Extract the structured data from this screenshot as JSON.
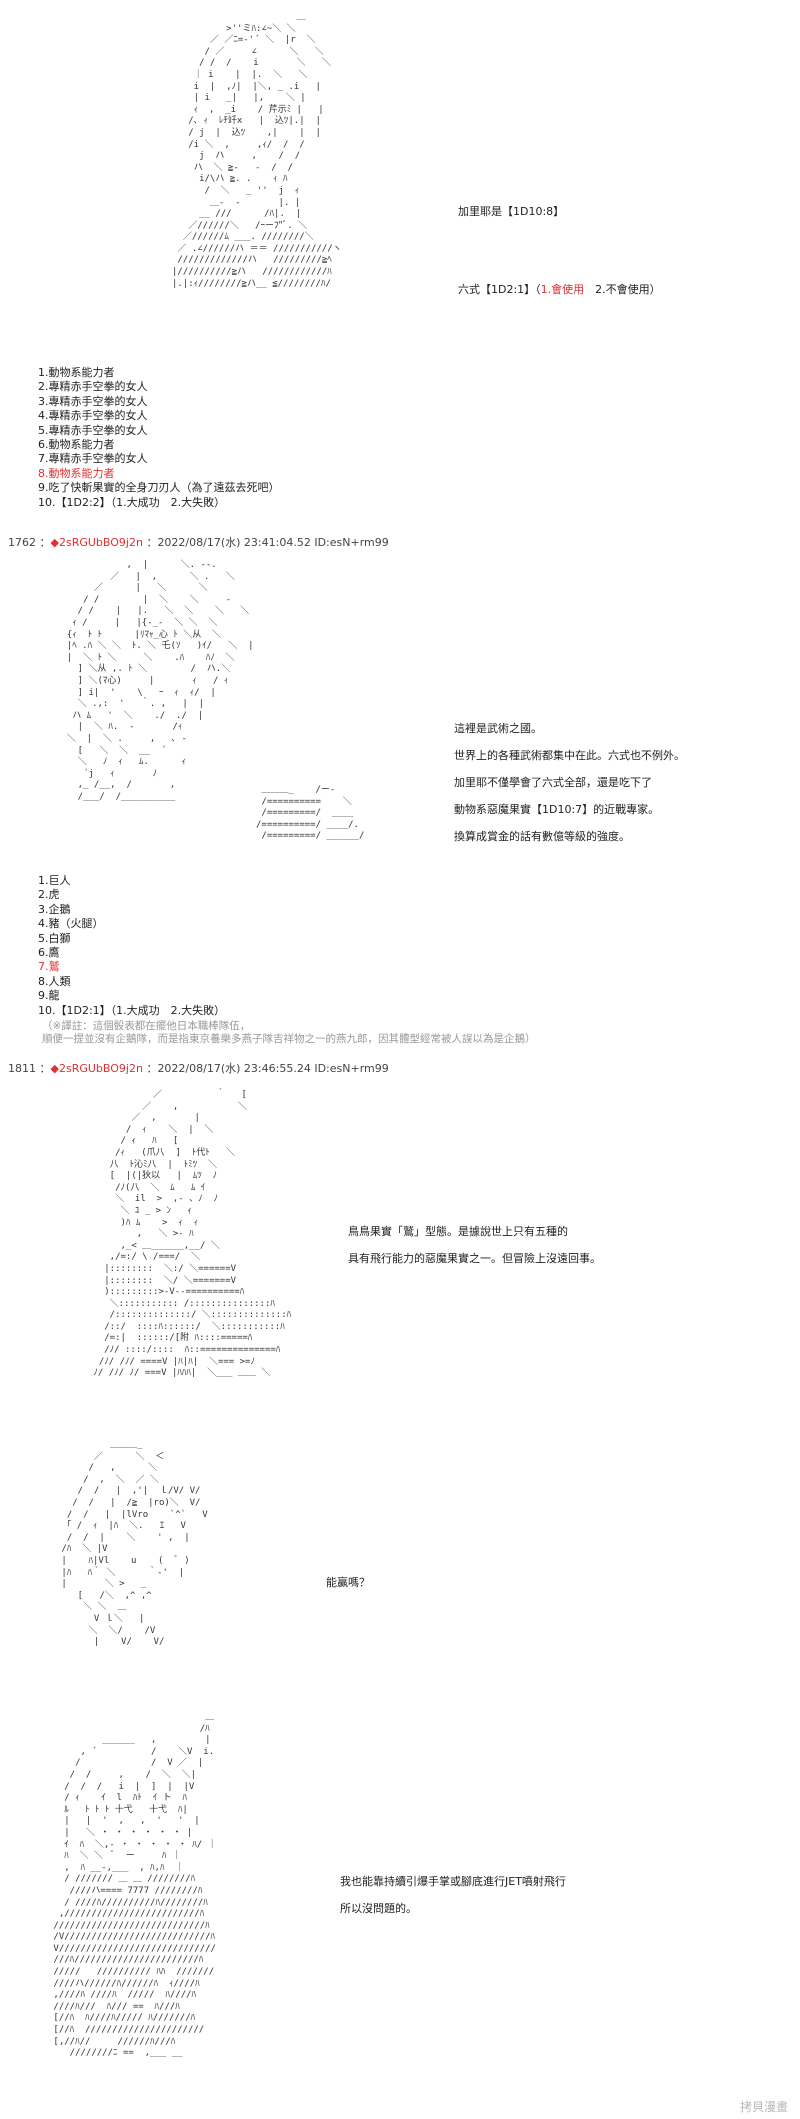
{
  "section1": {
    "art": "                       ＿\n          >''ミﾊ:∠~＼ ＼\n       ／ ／ﾆ=-'´ ＼  |r  ＼\n      / ／     ∠      ＼   ＼\n     / /  /    i       ＼   ＼\n    ｜ i    |  |.  ＼   ＼  \n    i  |  ,ﾉ|  |＼, _ .i   |\n    | i   _|   |,    ＼ |  \n    ｨ  ,  _i    / 芹示ﾐ |   |\n   /､ ｨ  ﾚﾁ竏x   |  込ﾂ|.|  |\n   / j  |  込ﾂ    ,|    |  |\n   /i ＼  ,     ,ｨ/  /  /\n     j  ハ     ,    /  /\n    ハ  ＼ ≧-   -  /  /\n     i/\\ハ ≧. .    ｨ ﾊ\n      /  ＼   _ ''  j  ｨ\n       ＿-  -       |. |\n     __ ///      /ﾊ|.  |\n   ／//////＼   /ｰーﾌ\"ﾞ. ＼\n  ／//////ﾑ ___. ////////＼\n ／ .∠//////ハ ＝＝ ///////////ヽ\n /////////////ハ   /////////≧ﾍ\n|//////////≧ハ   ////////////ﾊ\n|.|:ｨ////////≧ハ__ ≦////////ﾊ/",
    "lines": [
      "加里耶是【1D10:8】"
    ],
    "rokushiki_prefix": "六式【1D2:1】（",
    "rokushiki_opt1": "1.會使用",
    "rokushiki_opt2": "　2.不會使用）",
    "list": [
      "1.動物系能力者",
      "2.專精赤手空拳的女人",
      "3.專精赤手空拳的女人",
      "4.專精赤手空拳的女人",
      "5.專精赤手空拳的女人",
      "6.動物系能力者",
      "7.專精赤手空拳的女人",
      "8.動物系能力者",
      "9.吃了快斬果實的全身刀刃人（為了遠茲去死吧）",
      "10.【1D2:2】（1.大成功　2.大失敗）"
    ],
    "selected_index": 7
  },
  "post1762": {
    "number": "1762",
    "name": "2sRGUbBO9j2n",
    "datetime": "2022/08/17(水) 23:41:04.52",
    "id": "ID:esN+rm99",
    "art": "             ,  |      ＼. ‐‐.\n          ／   |  ,      ＼ .   ＼\n       ／      |   ＼      ＼\n     / /        |  ＼    ＼     -\n    / /    |   |.   ＼  ＼    ＼   ＼\n   ｨ /     |   |{-_-  ＼ ＼  ＼\n  {ｨ  ﾄ ﾄ      |ﾘﾏｬ_心 ﾄ ＼从  ＼\n  |ﾍ .ﾊ ＼ ＼  ﾄ. ＼ 乇(ｿ   )ｲ/   ＼  |\n  |  ＼ ﾄ ＼     ＼    .ﾊ    ﾊﾉ  ＼\n    ] ＼从 ,. ﾄ ＼        /  ハ.＼\n    ] ＼(ﾏ心)     |       ｨ   / ｨ\n    ] i|  '    \\   ｰ  ｨ  ｨ/  |  \n    ＼ .,:  '   ｀. ,   |  |    \n   ハ ﾑ   '  ＼    ./  ./  |\n    |  ＼ ﾊ.  -       /ｨ \n  ＼  |  ＼ .     ,   ､ -\n    [   ＼  ＼  __  ´        \n    ＼   ﾉ  ｨ   ﾑ.      ｨ  \n     ´j   ｨ       ﾉ\n    ,_ /__,  /       ,\n    /___/  /__________",
    "art2": " ＿＿＿_    /ー-\n /==========    ＼\n /=========/  ____\n/==========/ ____/.\n /=========/ ______/",
    "lines": [
      "這裡是武術之國。",
      "世界上的各種武術都集中在此。六式也不例外。",
      "加里耶不僅學會了六式全部，還是吃下了",
      "動物系惡魔果實【1D10:7】的近戰專家。",
      "換算成賞金的話有數億等級的強度。"
    ],
    "list": [
      "1.巨人",
      "2.虎",
      "3.企鵝",
      "4.豬（火腿）",
      "5.白獅",
      "6.鷹",
      "7.鷲",
      "8.人類",
      "9.龍",
      "10.【1D2:1】（1.大成功　2.大失敗）"
    ],
    "selected_index": 6,
    "notes": [
      "（※譯註：這個骰表都在擺他日本職棒隊伍，",
      "順便一提並沒有企鵝隊，而是指東京養樂多燕子隊吉祥物之一的燕九郎，因其體型經常被人誤以為是企鵝）"
    ]
  },
  "post1811": {
    "number": "1811",
    "name": "2sRGUbBO9j2n",
    "datetime": "2022/08/17(水) 23:46:55.24",
    "id": "ID:esN+rm99",
    "art1": "            ／          ｀   [\n          ／    ,           ＼\n        ／  ,       |\n       /  ｨ    ＼  |  ＼\n      / ｨ   ﾊ   [\n     /ｨ   (爪八  ]  ﾄ代ﾄ   ＼\n    八  ﾄ沁ﾐ八  |  ﾄﾐﾂ  ＼\n    [  |(|狄以   |  ﾑﾂ  ﾉ\n     /ﾉ(八  ＼  ﾑ   ﾑ ｲ\n     ＼  il  >  ,- 、ﾉ  ﾉ\n      ＼ ﾕ _ > ﾝ   ｨ\n      )ﾊ ﾑ    >  ｨ  ｨ\n         ,   ＼ >- ﾊ\n      ,_< ＿______,__/ ＼\n    ,/=:/ \\ /===/  ＼\n   |::::::::  ＼:/ ＼======V\n   |::::::::  ＼/ ＼=======V\n   ):::::::::>-V--==========ﾊ\n    ＼::::::::::: /:::::::::::::::ﾊ\n    /::::::::::::::/ ＼::::::::::::::ﾊ\n   /::/  ::::ﾊ::::::/  ＼:::::::::::ﾊ\n   /=:|  ::::::/[附 ﾊ::::=====ﾊ\n   /ﾉ/ ::::/::::  ﾊ::==============ﾊ\n  /ﾉ/ /ﾉ/ ====V |ﾊ|ﾊ|  ＼=== >=ﾉ\n ﾉ/ /ﾉ/ ﾉ/ ===V |ﾊﾊﾊ|  ＼___ ＿＿ ＼",
    "lines1": [
      "鳥鳥果實「鷲」型態。是據說世上只有五種的",
      "具有飛行能力的惡魔果實之一。但冒險上沒遠回事。"
    ],
    "art2": "          ＿＿＿_\n       ／      ＼  ＜\n      /   ,      ＼ \n     /  ,  ＼  ／ ＼\n    /  /   |  ,'|  ｌ/V/ V/\n   /  /   |  /≧  |ro)＼  V/\n  /  /   |  |lVro    `^`   V\n  ｢ /  ｨ  |ﾊ  ＼.   ｴ   V \n  /  /  |    ＼    ' ,  |\n /ﾊ  ＼ |V\n |    ﾊ|Vl    u    (  ﾞ )\n |ﾊ   ﾊ｀ ＼      ｀-'  |\n |       ＼ >   _\n    [   /＼  ,^ ,^\n     ＼ ＼  ＿\n       V ｌ＼   |\n      ＼  ＼/    /V\n       |    V/    V/",
    "lines2": [
      "能贏嗎？"
    ],
    "art3": "                             ＿\n                            /ﾊ\n          ______   ,         |\n      , ´          /    ＼V  i.\n     /             /  V ／  |\n    /  /     ,    /  ＼  ＼|\n   /  /  /   i  |  ]  |  |V\n   / ｨ    ｲ  l  ﾊﾄ  ｲ ト  ﾊ\n   ﾙ   ﾄ ﾄ ﾄ 十弋   十弋  ﾊ|\n   |   |  '  ,   ,  '   '  |\n   |   ＼ ・ ・ ・ ・ ・ ・ |\n   ｲ  ﾊ  ＼,- ・ ・ ・ ・ ・ ﾊ/ ｜\n   ﾊ  ＼ ＼  ﾞ  ー     ﾊ ｜\n   ,  ﾊ __-,___  , ﾊ,ﾊ  ｜\n   / /////// ＿ ＿ ////////ﾊ\n    ////ハ==== 7777 ////////ﾊ\n   / ////ﾊ//////////ﾊ////////ﾊ\n  ,/////////////////////////ﾊ\n ////////////////////////////ﾊ\n /V///////////////////////////ﾊ\n V/////////////////////////////\n ///ﾊ///////////////////////ﾊ\n /////   ////////// ﾊﾊ  ///////\n ////ハ//////ﾊ//////ﾊ  ｨ////ﾊ\n ,////ﾊ ////ﾊ  /////  ﾊ////ﾊ\n ////ﾊ///  ﾊ/// ==  ﾊ///ﾊ\n [//ﾊ  ﾊ////ﾊ///// ﾊ///////ﾊ\n [//ﾊ  //////////////////////\n [,//ﾊ//     //////ﾊ///ﾊ\n    ////////ﾆ ==  ,___ __ ",
    "lines3": [
      "我也能靠持續引爆手掌或腳底進行JET噴射飛行",
      "所以沒問題的。"
    ]
  },
  "watermark": "拷貝漫畫"
}
